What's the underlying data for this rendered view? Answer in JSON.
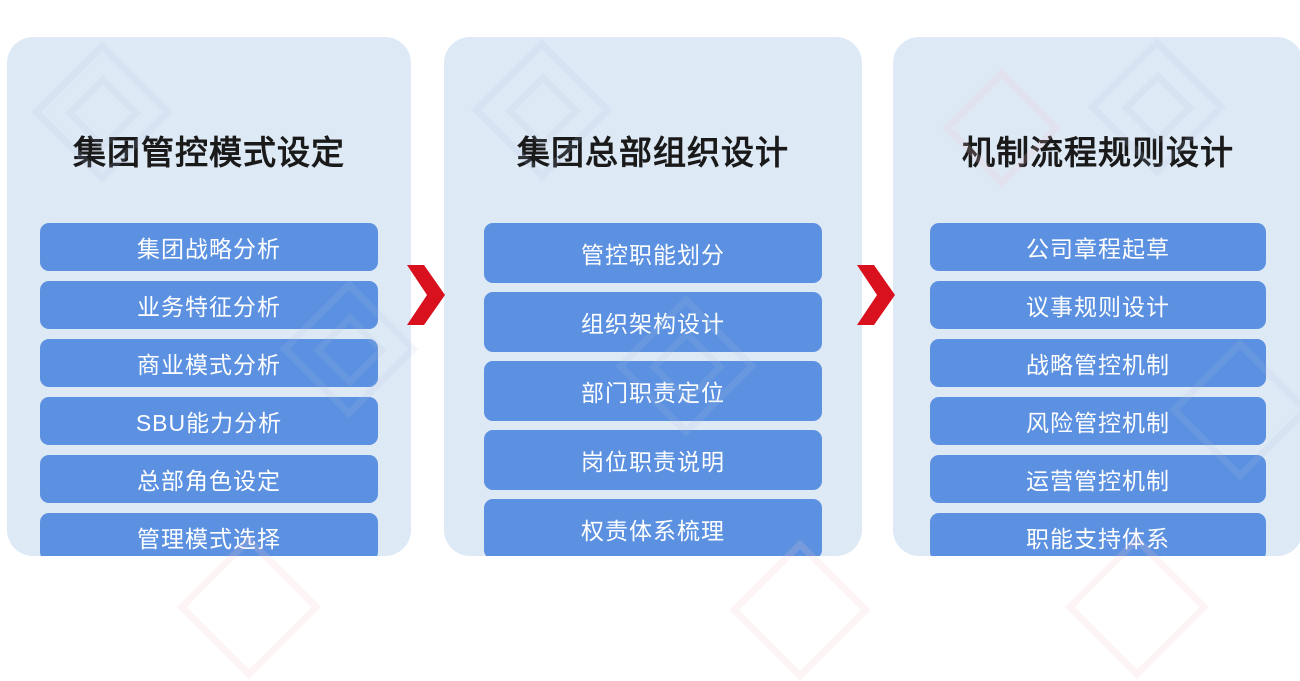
{
  "diagram": {
    "type": "process-flow",
    "direction": "left-to-right",
    "stage_count": 3,
    "connector_icon": "chevron-right-icon",
    "colors": {
      "panel_background": "#dee9f6",
      "pill_background": "#5b91e0",
      "pill_text": "#ffffff",
      "title_text": "#1a1a1a",
      "arrow": "#d9101e",
      "page_background": "#ffffff"
    },
    "stages": [
      {
        "title": "集团管控模式设定",
        "items": [
          "集团战略分析",
          "业务特征分析",
          "商业模式分析",
          "SBU能力分析",
          "总部角色设定",
          "管理模式选择"
        ]
      },
      {
        "title": "集团总部组织设计",
        "items": [
          "管控职能划分",
          "组织架构设计",
          "部门职责定位",
          "岗位职责说明",
          "权责体系梳理"
        ]
      },
      {
        "title": "机制流程规则设计",
        "items": [
          "公司章程起草",
          "议事规则设计",
          "战略管控机制",
          "风险管控机制",
          "运营管控机制",
          "职能支持体系"
        ]
      }
    ],
    "connectors": [
      {
        "name": "arrow-stage1-to-stage2"
      },
      {
        "name": "arrow-stage2-to-stage3"
      }
    ]
  }
}
